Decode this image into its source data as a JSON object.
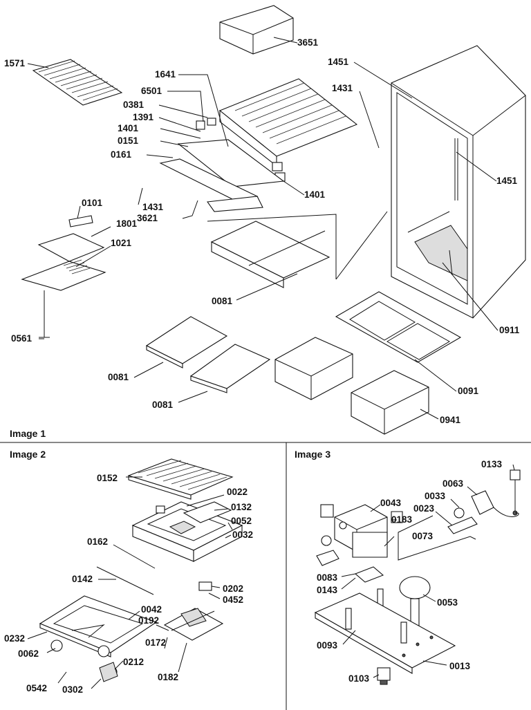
{
  "image1": {
    "heading": "Image 1",
    "labels": {
      "p3651": "3651",
      "p1571": "1571",
      "p1451a": "1451",
      "p1431a": "1431",
      "p1641": "1641",
      "p6501": "6501",
      "p0381": "0381",
      "p1391": "1391",
      "p1401a": "1401",
      "p0151": "0151",
      "p0161": "0161",
      "p1451b": "1451",
      "p1401b": "1401",
      "p1431b": "1431",
      "p0101": "0101",
      "p1801": "1801",
      "p3621": "3621",
      "p1021": "1021",
      "p0081a": "0081",
      "p0911": "0911",
      "p0561": "0561",
      "p0081b": "0081",
      "p0091": "0091",
      "p0081c": "0081",
      "p0941": "0941"
    }
  },
  "image2": {
    "heading": "Image 2",
    "labels": {
      "p0152": "0152",
      "p0022": "0022",
      "p0132": "0132",
      "p0052": "0052",
      "p0032": "0032",
      "p0162": "0162",
      "p0142": "0142",
      "p0202": "0202",
      "p0452": "0452",
      "p0042": "0042",
      "p0192": "0192",
      "p0232": "0232",
      "p0172": "0172",
      "p0062": "0062",
      "p0212": "0212",
      "p0182": "0182",
      "p0542": "0542",
      "p0302": "0302"
    }
  },
  "image3": {
    "heading": "Image 3",
    "labels": {
      "p0133": "0133",
      "p0063": "0063",
      "p0043": "0043",
      "p0033": "0033",
      "p0023": "0023",
      "p0183": "0183",
      "p0073": "0073",
      "p0083": "0083",
      "p0143": "0143",
      "p0053": "0053",
      "p0093": "0093",
      "p0013": "0013",
      "p0103": "0103"
    }
  }
}
